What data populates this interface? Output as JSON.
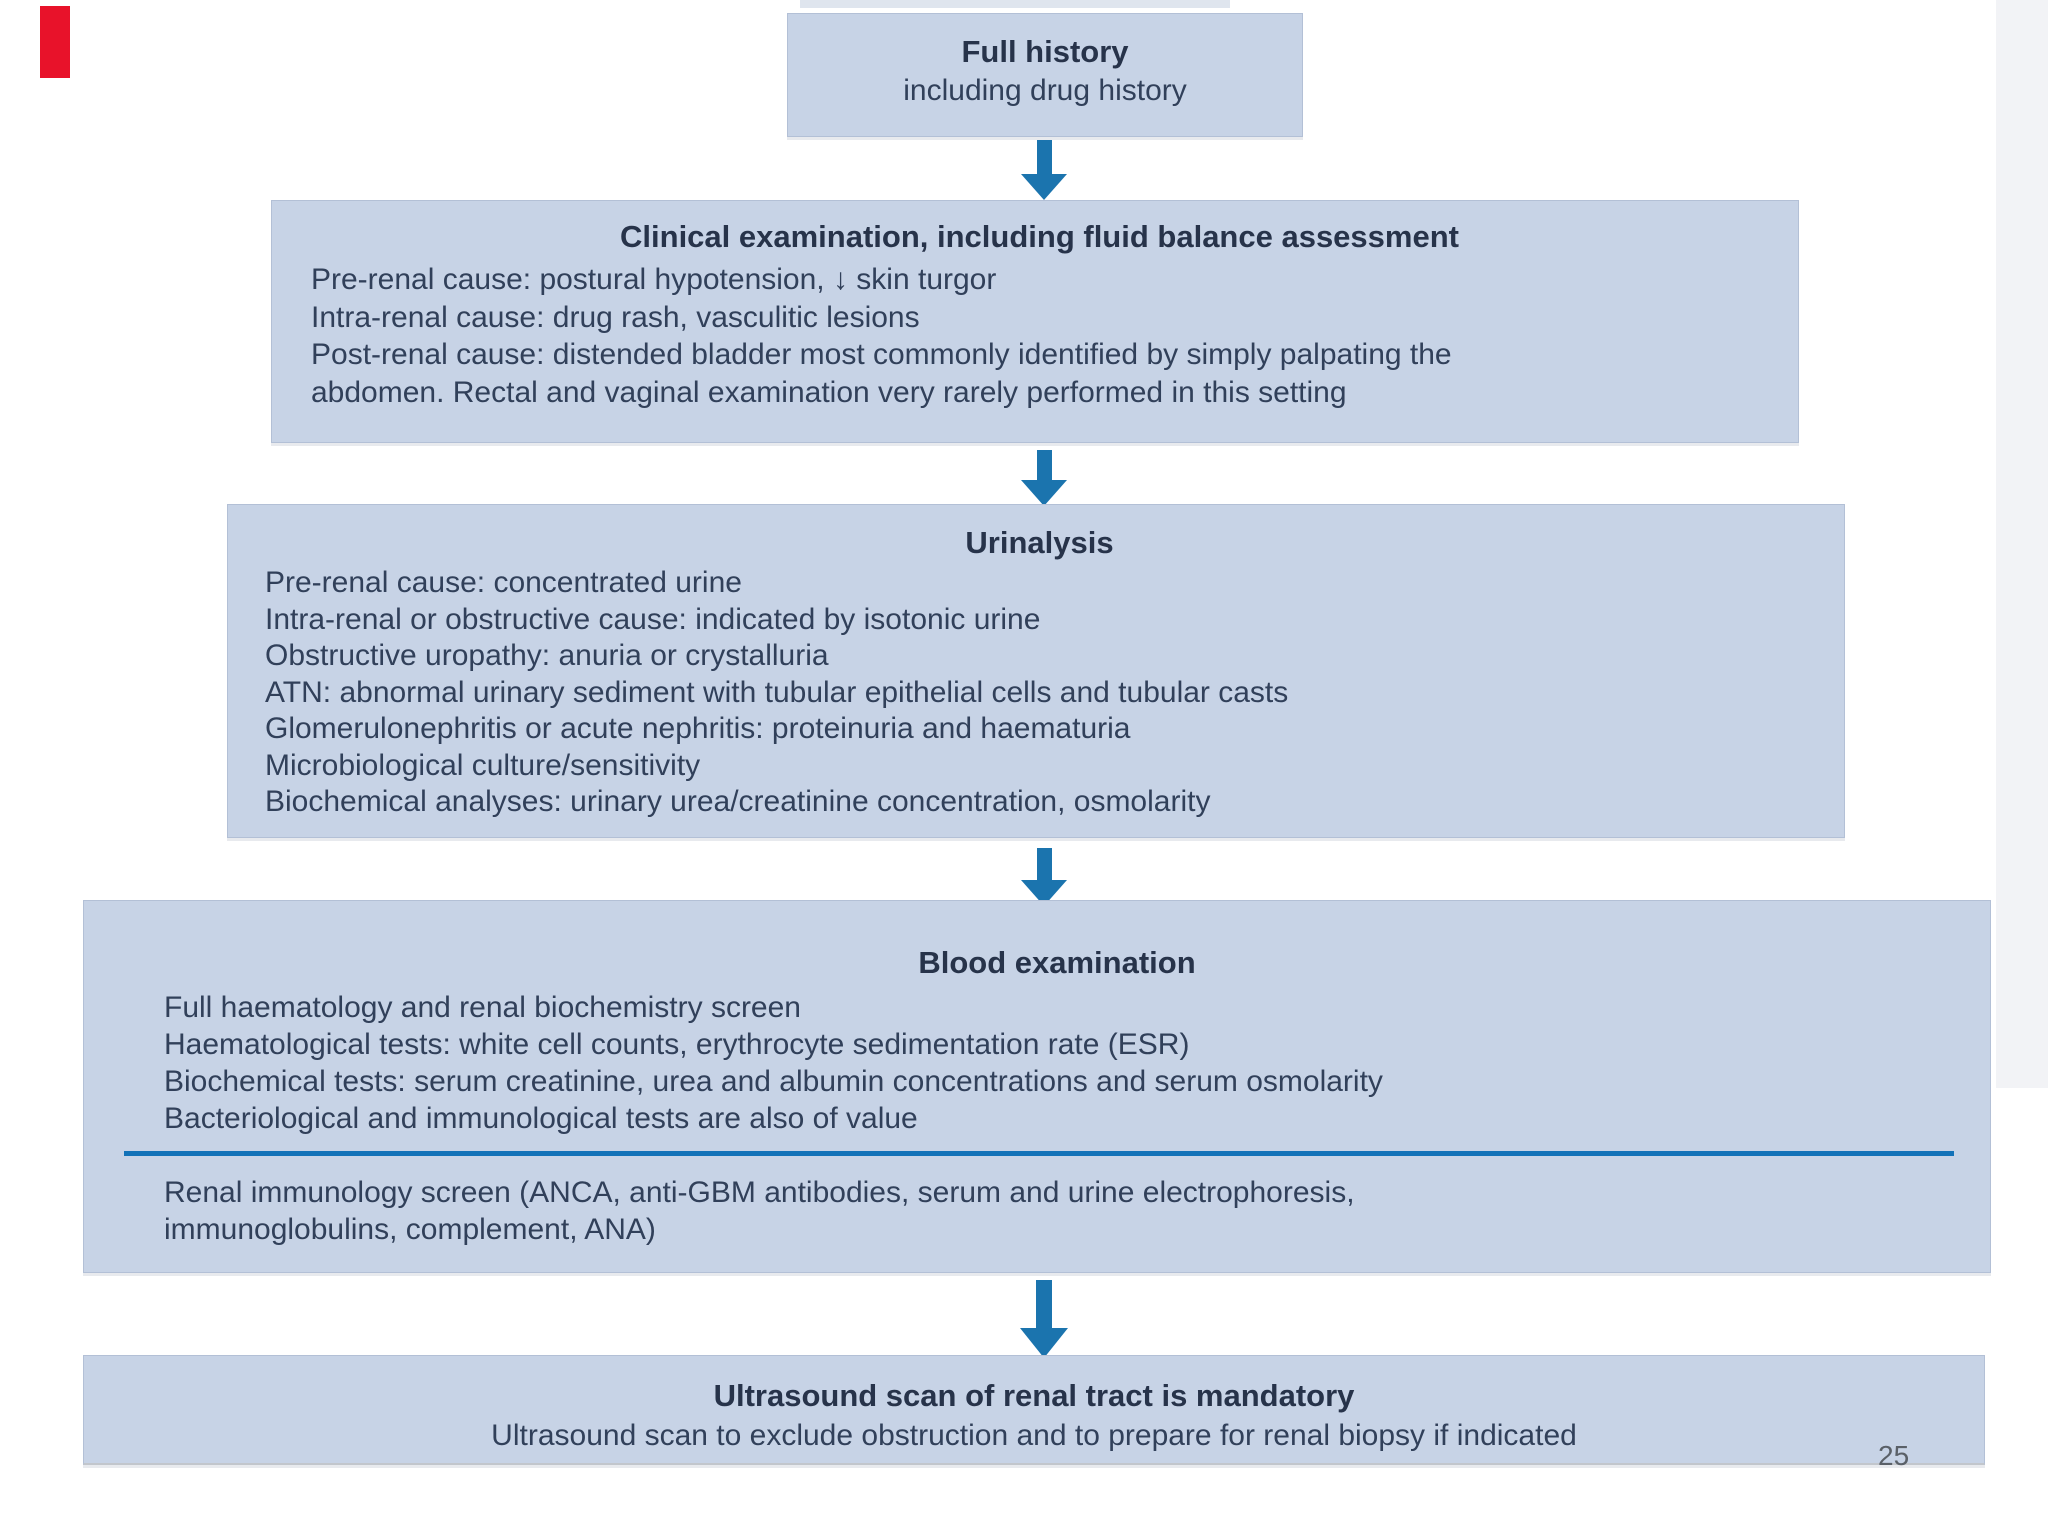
{
  "page": {
    "number": "25"
  },
  "flowchart": {
    "arrow_color": "#1b74ae",
    "box_background": "#c7d3e6",
    "divider_color": "#1272b8",
    "text_color": "#31405a",
    "marker_color": "#e8122a",
    "boxes": [
      {
        "title": "Full history",
        "lines": [
          "including drug history"
        ]
      },
      {
        "title": "Clinical examination, including fluid balance assessment",
        "lines": [
          "Pre-renal cause: postural hypotension, ↓ skin turgor",
          "Intra-renal cause: drug rash, vasculitic lesions",
          "Post-renal cause: distended bladder most commonly identified by simply palpating the",
          "abdomen. Rectal and vaginal examination very rarely performed in this setting"
        ]
      },
      {
        "title": "Urinalysis",
        "lines": [
          "Pre-renal cause: concentrated urine",
          "Intra-renal or obstructive cause: indicated by isotonic urine",
          "Obstructive uropathy: anuria or crystalluria",
          "ATN: abnormal urinary sediment with tubular epithelial cells and tubular casts",
          "Glomerulonephritis or acute nephritis: proteinuria and haematuria",
          "Microbiological culture/sensitivity",
          "Biochemical analyses: urinary urea/creatinine concentration, osmolarity"
        ]
      },
      {
        "title": "Blood examination",
        "lines_top": [
          "Full haematology and renal biochemistry screen",
          "Haematological tests: white cell counts, erythrocyte sedimentation rate (ESR)",
          "Biochemical tests: serum creatinine, urea and albumin concentrations and serum osmolarity",
          "Bacteriological and immunological tests are also of value"
        ],
        "lines_bottom": [
          "Renal immunology screen (ANCA, anti-GBM antibodies, serum and urine electrophoresis,",
          "immunoglobulins, complement, ANA)"
        ]
      },
      {
        "title": "Ultrasound scan of renal tract is mandatory",
        "lines": [
          "Ultrasound scan to exclude obstruction and to prepare for renal biopsy if indicated"
        ]
      }
    ]
  }
}
